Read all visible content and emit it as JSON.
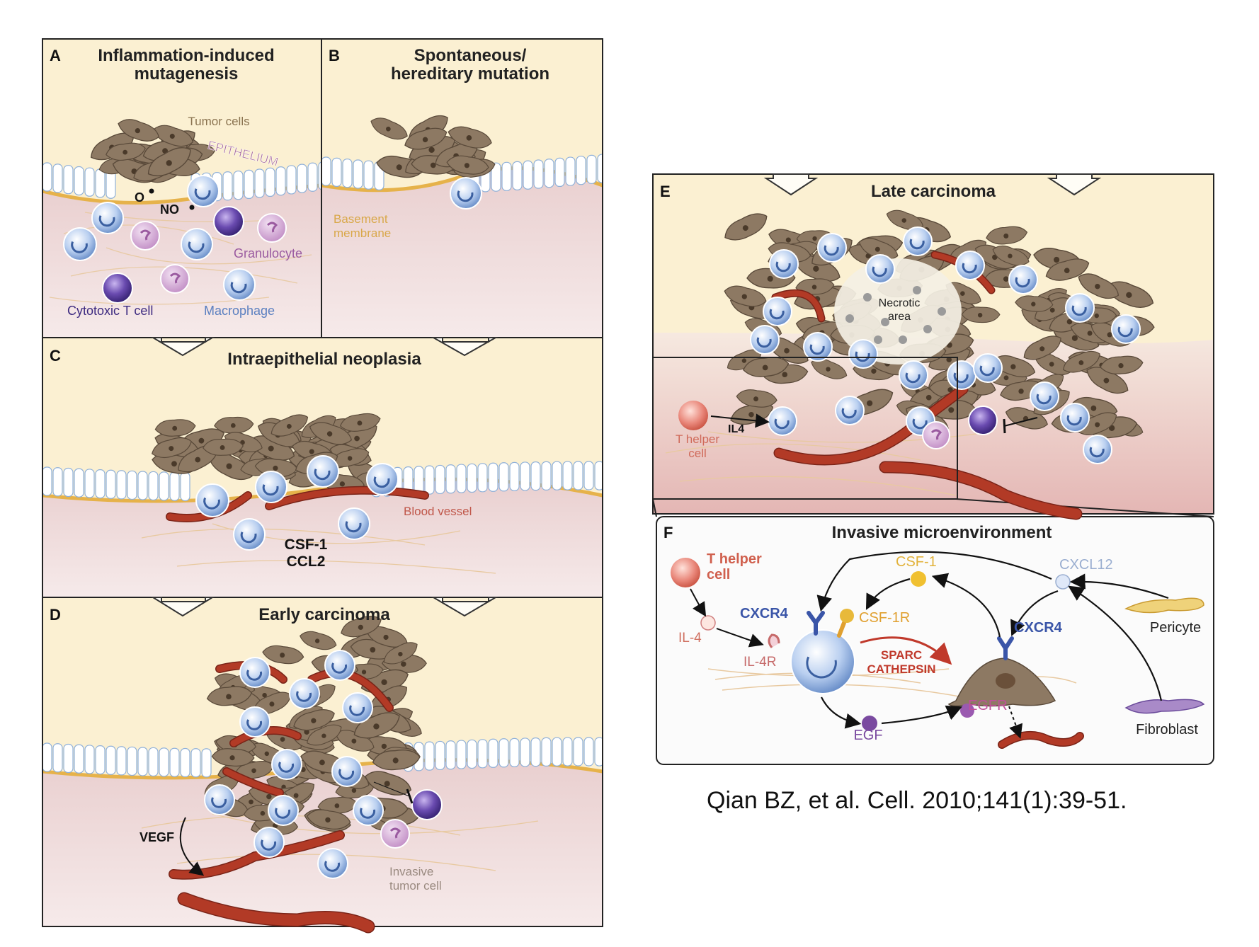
{
  "panels": {
    "a": {
      "letter": "A",
      "title_l1": "Inflammation-induced",
      "title_l2": "mutagenesis",
      "tumor_cells": "Tumor cells",
      "epithelium": "EPITHELIUM",
      "o_radical": "O",
      "no_radical": "NO",
      "granulocyte": "Granulocyte",
      "cytotoxic_t_cell": "Cytotoxic T cell",
      "macrophage": "Macrophage"
    },
    "b": {
      "letter": "B",
      "title_l1": "Spontaneous/",
      "title_l2": "hereditary mutation",
      "basement_l1": "Basement",
      "basement_l2": "membrane"
    },
    "c": {
      "letter": "C",
      "title": "Intraepithelial neoplasia",
      "blood_vessel": "Blood vessel",
      "csf1": "CSF-1",
      "ccl2": "CCL2"
    },
    "d": {
      "letter": "D",
      "title": "Early carcinoma",
      "vegf": "VEGF",
      "invasive_l1": "Invasive",
      "invasive_l2": "tumor cell"
    },
    "e": {
      "letter": "E",
      "title": "Late carcinoma",
      "necrotic_l1": "Necrotic",
      "necrotic_l2": "area",
      "il4": "IL4",
      "th_l1": "T helper",
      "th_l2": "cell"
    },
    "f": {
      "letter": "F",
      "title": "Invasive microenvironment",
      "th_l1": "T helper",
      "th_l2": "cell",
      "il4": "IL-4",
      "il4r": "IL-4R",
      "cxcr4_left": "CXCR4",
      "csf1": "CSF-1",
      "csf1r": "CSF-1R",
      "cxcl12": "CXCL12",
      "cxcr4_right": "CXCR4",
      "sparc": "SPARC",
      "cathepsin": "CATHEPSIN",
      "egf": "EGF",
      "egfr": "EGFR",
      "pericyte": "Pericyte",
      "fibroblast": "Fibroblast"
    }
  },
  "citation": "Qian BZ, et al. Cell. 2010;141(1):39-51.",
  "colors": {
    "background": "#ffffff",
    "panel_bg": "#fbf0d2",
    "stroma": "#ead2d2",
    "membrane": "#e6b24a",
    "tumor": "#8a7661",
    "macrophage": "#7fa3d8",
    "vessel": "#b23a26",
    "t_cell": "#5b3f9a",
    "granulocyte": "#c594c6",
    "t_helper": "#d96a5a",
    "csf_ligand": "#e8b93a",
    "egf_ligand": "#7a4aa0"
  }
}
